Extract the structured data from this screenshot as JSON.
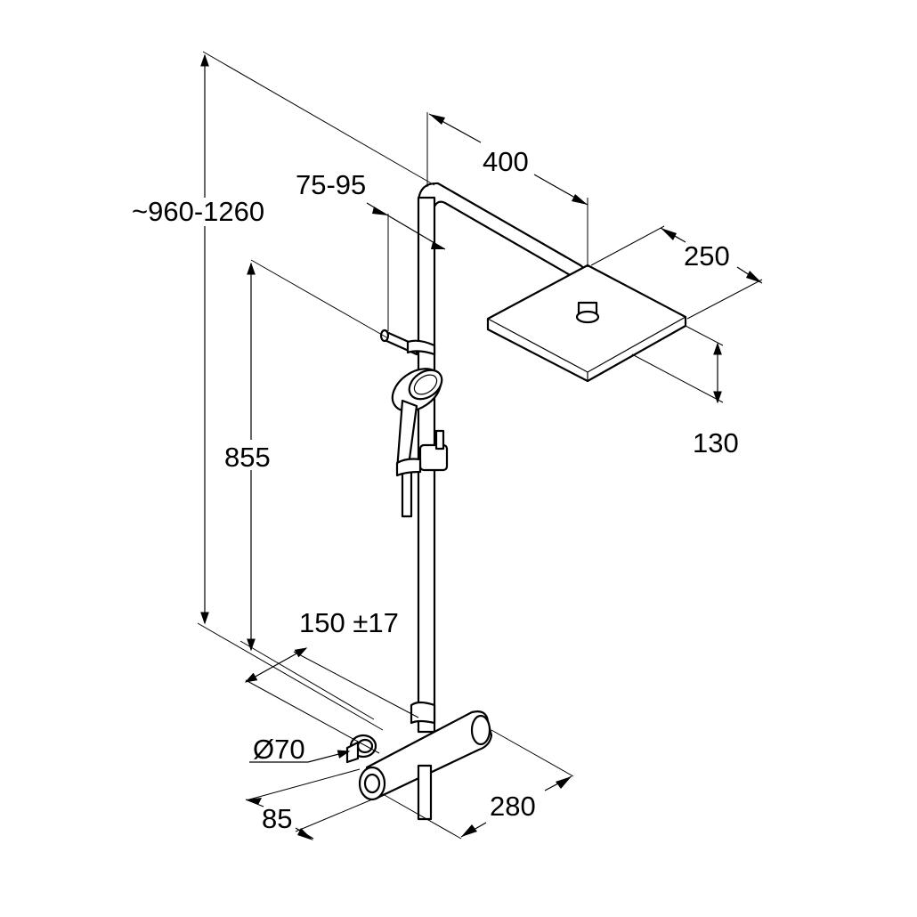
{
  "drawing": {
    "subject": "",
    "dimensions": {
      "total_height": "~960-1260",
      "arm_length": "400",
      "wall_distance": "75-95",
      "head_width": "250",
      "head_height": "130",
      "slider_height": "855",
      "inlet_spacing": "150 ±17",
      "diameter": "Ø70",
      "depth": "85",
      "mixer_length": "280"
    },
    "colors": {
      "line": "#000000",
      "background": "#ffffff"
    }
  }
}
